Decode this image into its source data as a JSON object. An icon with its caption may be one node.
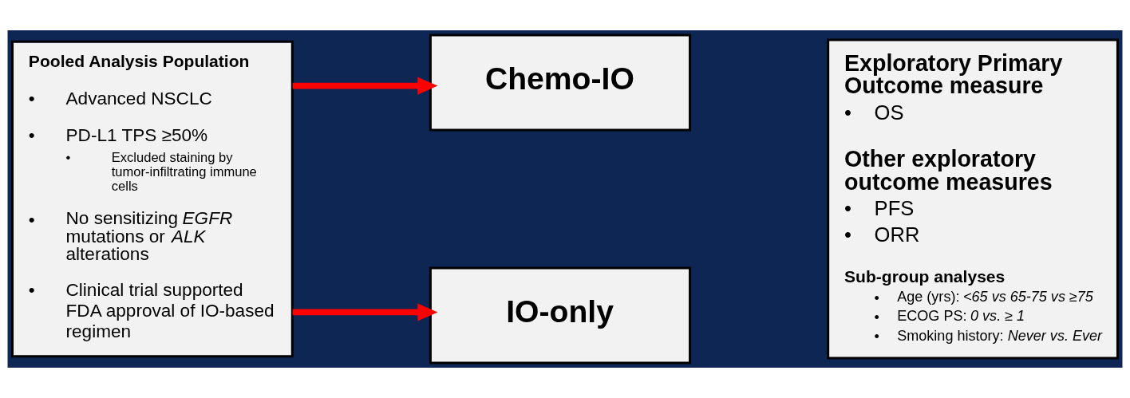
{
  "diagram": {
    "nodes": [
      {
        "text": [
          "Pooled Analysis Population",
          "• Advanced NSCLC",
          "• PD-L1 TPS ≥50%",
          "• Excluded staining by tumor-infiltrating immune cells",
          "• No sensitizing *EGFR* mutations or *ALK* alterations",
          "• Clinical trial supported FDA approval of IO-based regimen"
        ]
      },
      {
        "text": [
          "Chemo-IO"
        ]
      },
      {
        "text": [
          "IO-only"
        ]
      },
      {
        "text": [
          "Exploratory Primary Outcome measure",
          "• OS",
          "Other exploratory outcome measures",
          "• PFS",
          "• ORR",
          "Sub-group analyses",
          "• Age (yrs): *<65 vs 65-75 vs ≥75*",
          "• ECOG PS: *0 vs. ≥ 1*",
          "• Smoking history: *Never vs. Ever*"
        ]
      }
    ],
    "edges": [
      {
        "from": 0,
        "to": 1,
        "arrow": "to"
      },
      {
        "from": 0,
        "to": 2,
        "arrow": "to"
      }
    ]
  }
}
